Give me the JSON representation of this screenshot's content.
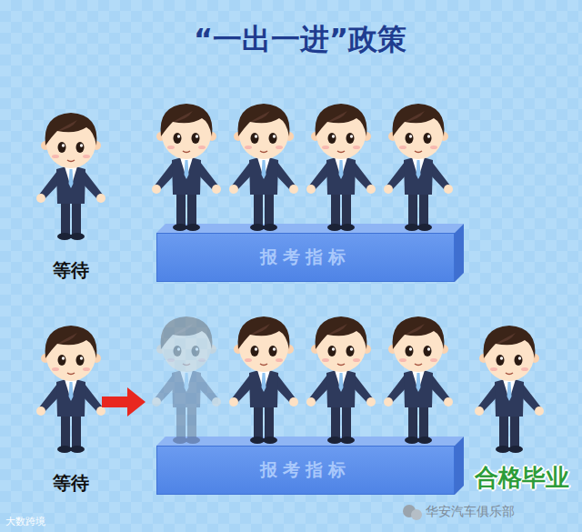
{
  "diagram": {
    "title": "“一出一进”政策",
    "nodes": [
      {
        "text": [
          "报考指标"
        ]
      },
      {
        "text": [
          "报考指标"
        ]
      }
    ],
    "labels": [
      "等待",
      "等待",
      "合格毕业",
      "华安汽车俱乐部",
      "大数跨境"
    ]
  }
}
